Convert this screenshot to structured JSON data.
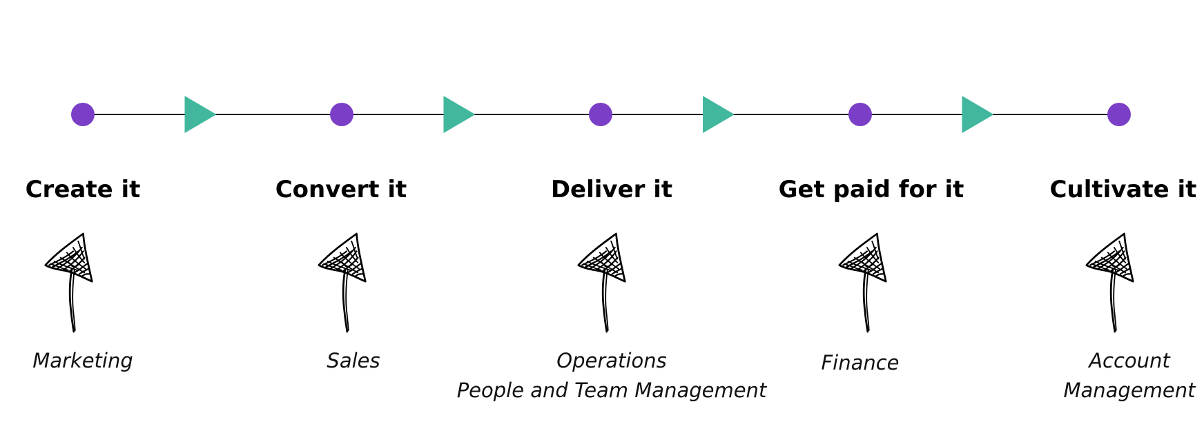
{
  "colors": {
    "dot": "#7a3fc6",
    "arrowhead": "#41b89e",
    "line": "#000000"
  },
  "stages": [
    {
      "title": "Create it",
      "sub": [
        "Marketing"
      ]
    },
    {
      "title": "Convert it",
      "sub": [
        "Sales"
      ]
    },
    {
      "title": "Deliver it",
      "sub": [
        "Operations",
        "People and Team Management"
      ]
    },
    {
      "title": "Get paid for it",
      "sub": [
        "Finance"
      ]
    },
    {
      "title": "Cultivate it",
      "sub": [
        "Account",
        "Management"
      ]
    }
  ]
}
